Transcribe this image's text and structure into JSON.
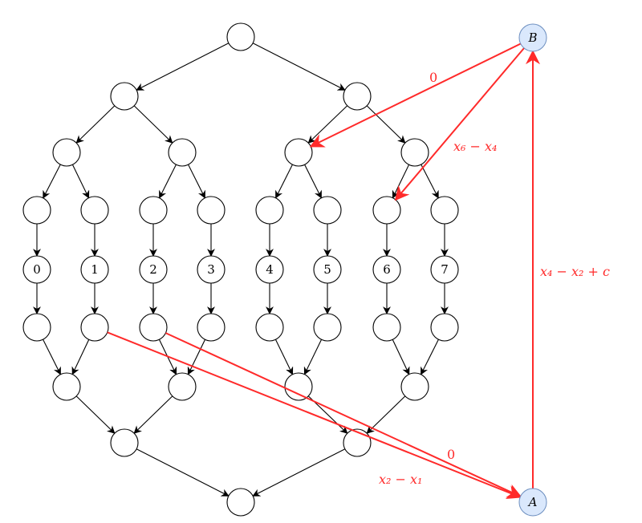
{
  "diagram": {
    "leaf_labels": [
      "0",
      "1",
      "2",
      "3",
      "4",
      "5",
      "6",
      "7"
    ],
    "special_nodes": {
      "B": "B",
      "A": "A"
    },
    "red_edge_labels": {
      "b_to_left_subtree": "0",
      "b_to_leaf6_branch": "x₆ − x₄",
      "a_to_b": "x₄ − x₂ + c",
      "leaf1_to_a": "x₂ − x₁",
      "leaf2_to_a": "0"
    },
    "colors": {
      "edge": "#000000",
      "red_edge": "#ff2a2a",
      "special_fill": "#dae8fc",
      "special_stroke": "#6c8ebf"
    }
  }
}
